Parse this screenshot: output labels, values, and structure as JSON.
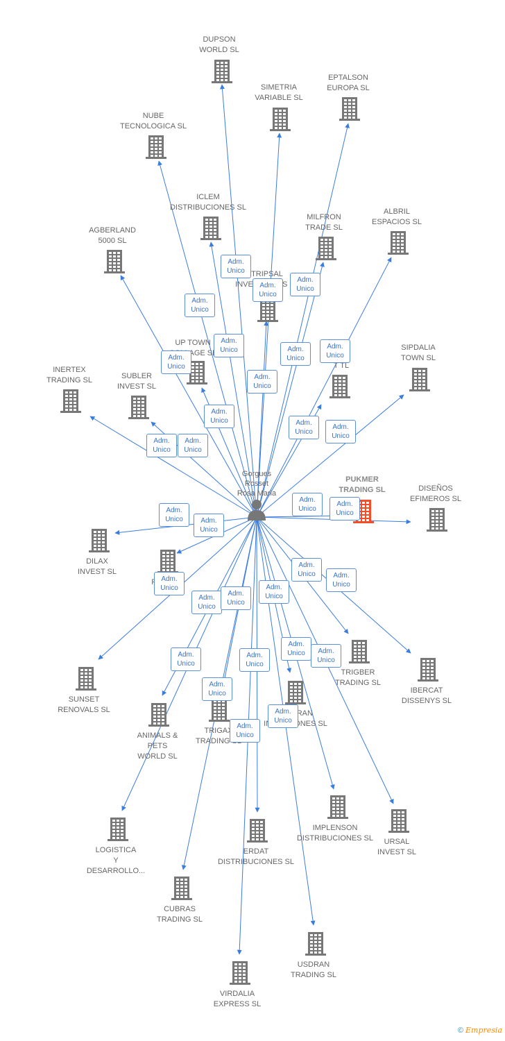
{
  "colors": {
    "edge": "#3b7ddd",
    "building": "#777777",
    "building_main": "#f04f2a",
    "badge_border": "#5b8fd9",
    "badge_text": "#3b73c9"
  },
  "person": {
    "name": "Gorgues\nRosset\nRosa Maria",
    "icon": "person-icon"
  },
  "role_label": "Adm.\nUnico",
  "companies": [
    {
      "id": "dupson",
      "label": "DUPSON\nWORLD SL"
    },
    {
      "id": "simetria",
      "label": "SIMETRIA\nVARIABLE SL"
    },
    {
      "id": "eptalson",
      "label": "EPTALSON\nEUROPA SL"
    },
    {
      "id": "nube",
      "label": "NUBE\nTECNOLOGICA SL"
    },
    {
      "id": "iclem",
      "label": "ICLEM\nDISTRIBUCIONES SL"
    },
    {
      "id": "milfron",
      "label": "MILFRON\nTRADE SL"
    },
    {
      "id": "albril",
      "label": "ALBRIL\nESPACIOS SL"
    },
    {
      "id": "agberland",
      "label": "AGBERLAND\n5000 SL"
    },
    {
      "id": "tripsal",
      "label": "TRIPSAL\nINVERSIONES SL"
    },
    {
      "id": "uptown",
      "label": "UP TOWN\nCOLLAGE SL"
    },
    {
      "id": "tl",
      "label": "T    TL"
    },
    {
      "id": "sipdalia",
      "label": "SIPDALIA\nTOWN SL"
    },
    {
      "id": "inertex",
      "label": "INERTEX\nTRADING SL"
    },
    {
      "id": "subler",
      "label": "SUBLER\nINVEST SL"
    },
    {
      "id": "pukmer",
      "label": "PUKMER\nTRADING SL"
    },
    {
      "id": "disenos",
      "label": "DISEÑOS\nEFIMEROS SL"
    },
    {
      "id": "dilax",
      "label": "DILAX\nINVEST SL"
    },
    {
      "id": "rapsel",
      "label": "RAPSEL\nIN"
    },
    {
      "id": "trigber",
      "label": "TRIGBER\nTRADING SL"
    },
    {
      "id": "ibercat",
      "label": "IBERCAT\nDISSENYS SL"
    },
    {
      "id": "sunset",
      "label": "SUNSET\nRENOVALS SL"
    },
    {
      "id": "talbran",
      "label": "TALBRAN\nINVERSIONES SL"
    },
    {
      "id": "animals",
      "label": "ANIMALS &\nPETS\nWORLD SL"
    },
    {
      "id": "trigax",
      "label": "TRIGAX\nTRADING SL"
    },
    {
      "id": "implenson",
      "label": "IMPLENSON\nDISTRIBUCIONES SL"
    },
    {
      "id": "ursal",
      "label": "URSAL\nINVEST SL"
    },
    {
      "id": "logistica",
      "label": "LOGISTICA\nY\nDESARROLLO..."
    },
    {
      "id": "erdat",
      "label": "ERDAT\nDISTRIBUCIONES SL"
    },
    {
      "id": "cubras",
      "label": "CUBRAS\nTRADING SL"
    },
    {
      "id": "usdran",
      "label": "USDRAN\nTRADING SL"
    },
    {
      "id": "virdalia",
      "label": "VIRDALIA\nEXPRESS SL"
    }
  ],
  "footer": {
    "copyright": "©",
    "brand": "Empresia"
  }
}
